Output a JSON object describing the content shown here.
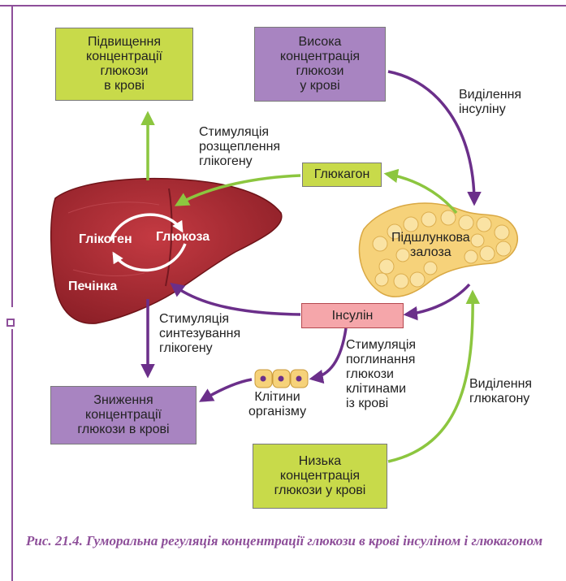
{
  "boxes": {
    "increase": "Підвищення\nконцентрації\nглюкози\nв крові",
    "high": "Висока\nконцентрація\nглюкози\nу крові",
    "glucagon": "Глюкагон",
    "insulin": "Інсулін",
    "decrease": "Зниження\nконцентрації\nглюкози в крові",
    "low": "Низька\nконцентрація\nглюкози у крові"
  },
  "labels": {
    "insulin_release": "Виділення\nінсуліну",
    "glycogen_breakdown": "Стимуляція\nрозщеплення\nглікогену",
    "glycogen_synthesis": "Стимуляція\nсинтезування\nглікогену",
    "glucose_uptake": "Стимуляція\nпоглинання\nглюкози\nклітинами\nіз крові",
    "glucagon_release": "Виділення\nглюкагону",
    "pancreas": "Підшлункова\nзалоза",
    "glycogen": "Глікоген",
    "glucose": "Глюкоза",
    "liver": "Печінка",
    "cells": "Клітини\nорганізму"
  },
  "caption": "Рис. 21.4. Гуморальна регуляція концентрації глюкози в крові інсуліном і глюкагоном",
  "colors": {
    "green_box": "#c8da4a",
    "purple_box": "#a884c1",
    "pink_box": "#f5a6aa",
    "green_arrow": "#8cc63f",
    "purple_arrow": "#6b2f8a",
    "liver": "#a82830",
    "pancreas": "#f6d27a",
    "frame": "#8e4f9a"
  },
  "icons": [
    "liver-illustration",
    "pancreas-illustration",
    "cells-illustration",
    "cycle-arrows"
  ]
}
